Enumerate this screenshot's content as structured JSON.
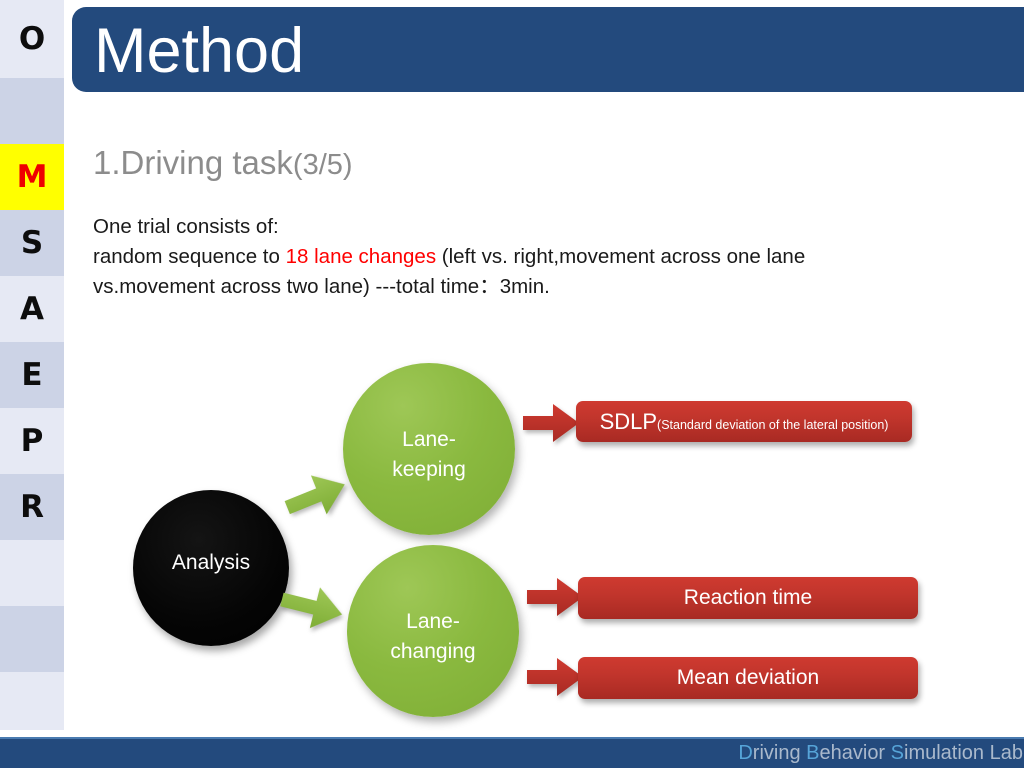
{
  "slide": {
    "title": "Method",
    "headline_main": "1.Driving task",
    "headline_sub": "(3/5)"
  },
  "sidebar": {
    "bands": [
      {
        "letter": "O",
        "style": "lite",
        "highlight": false
      },
      {
        "letter": "",
        "style": "dark",
        "highlight": false
      },
      {
        "letter": "M",
        "style": "hl",
        "highlight": true
      },
      {
        "letter": "S",
        "style": "dark",
        "highlight": false
      },
      {
        "letter": "A",
        "style": "lite",
        "highlight": false
      },
      {
        "letter": "E",
        "style": "dark",
        "highlight": false
      },
      {
        "letter": "P",
        "style": "lite",
        "highlight": false
      },
      {
        "letter": "R",
        "style": "dark",
        "highlight": false
      },
      {
        "letter": "",
        "style": "lite",
        "highlight": false
      },
      {
        "letter": "",
        "style": "dark",
        "highlight": false
      },
      {
        "letter": "",
        "style": "lite",
        "highlight": false
      }
    ],
    "highlight_bg": "#ffff00",
    "highlight_fg": "#ee0000"
  },
  "body": {
    "line1": "One trial consists of:",
    "line2_pre": "random sequence to ",
    "line2_red": "18 lane changes",
    "line2_post": " (left vs. right,movement across one lane",
    "line3": "vs.movement across two lane) ---total time：3min.",
    "red_color": "#ff0000"
  },
  "diagram": {
    "analysis_label": "Analysis",
    "lane_keeping_line1": "Lane-",
    "lane_keeping_line2": "keeping",
    "lane_changing_line1": "Lane-",
    "lane_changing_line2": "changing",
    "sdlp_abbrev": "SDLP",
    "sdlp_expansion": "(Standard deviation of the lateral position)",
    "reaction_time": "Reaction time",
    "mean_deviation": "Mean deviation",
    "green_color": "#8ab93f",
    "red_color": "#c1352c",
    "black_color": "#000000"
  },
  "footer": {
    "word1_cap": "D",
    "word1_rest": "riving",
    "word2_cap": "B",
    "word2_rest": "ehavior",
    "word3_cap": "S",
    "word3_rest": "imulation",
    "word4": " Lab",
    "bar_color": "#234a7d",
    "cap_color": "#56a4d8"
  }
}
